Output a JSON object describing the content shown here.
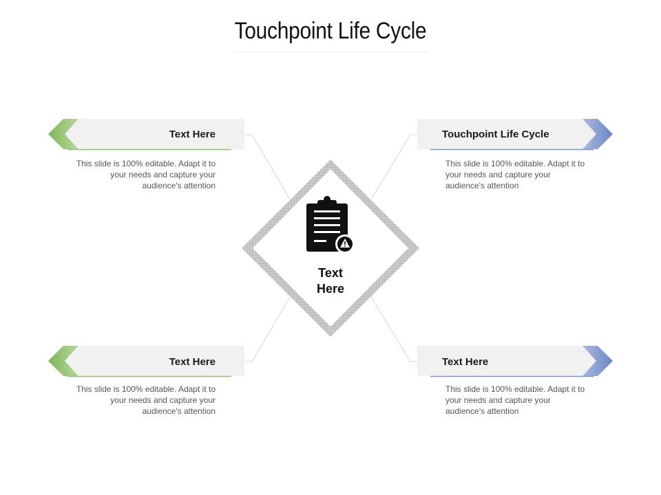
{
  "title": "Touchpoint Life Cycle",
  "center": {
    "label_line1": "Text",
    "label_line2": "Here",
    "icon": "clipboard-warning-icon"
  },
  "items": [
    {
      "position": "top-left",
      "heading": "Text Here",
      "description_lines": [
        "This slide is 100% editable. Adapt it to",
        "your needs and capture your",
        "audience's attention"
      ],
      "accent": "#8fbf6a"
    },
    {
      "position": "top-right",
      "heading": "Touchpoint Life Cycle",
      "description_lines": [
        "This slide is 100% editable. Adapt it to",
        "your needs and capture your",
        "audience's attention"
      ],
      "accent": "#7b95cc"
    },
    {
      "position": "bottom-left",
      "heading": "Text Here",
      "description_lines": [
        "This slide is 100% editable. Adapt it to",
        "your needs and capture your",
        "audience's attention"
      ],
      "accent": "#8fbf6a"
    },
    {
      "position": "bottom-right",
      "heading": "Text Here",
      "description_lines": [
        "This slide is 100% editable. Adapt it to",
        "your needs and capture your",
        "audience's attention"
      ],
      "accent": "#7b95cc"
    }
  ]
}
